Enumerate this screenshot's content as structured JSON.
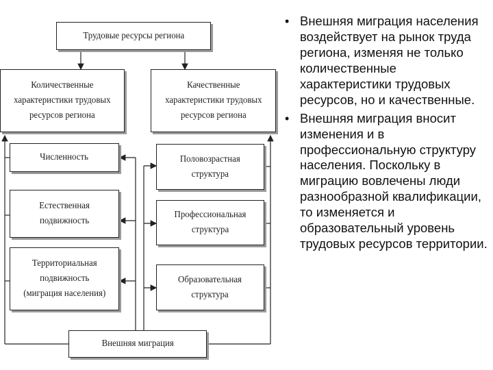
{
  "diagram": {
    "top": "Трудовые ресурсы региона",
    "quantitative": "Количественные\nхарактеристики трудовых\nресурсов региона",
    "qualitative": "Качественные\nхарактеристики трудовых\nресурсов региона",
    "left_items": [
      "Численность",
      "Естественная\nподвижность",
      "Территориальная\nподвижность\n(миграция населения)"
    ],
    "right_items": [
      "Половозрастная\nструктура",
      "Профессиональная\nструктура",
      "Образовательная\nструктура"
    ],
    "bottom": "Внешняя миграция"
  },
  "bullets": [
    "Внешняя миграция населения воздействует на рынок труда региона, изменяя не только количественные характеристики трудовых ресурсов, но и качественные.",
    "Внешняя миграция вносит изменения и в профессиональную структуру населения. Поскольку в миграцию вовлечены люди разнообразной квалификации, то изменяется и образовательный уровень трудовых ресурсов территории."
  ],
  "bullet_glyph": "•"
}
